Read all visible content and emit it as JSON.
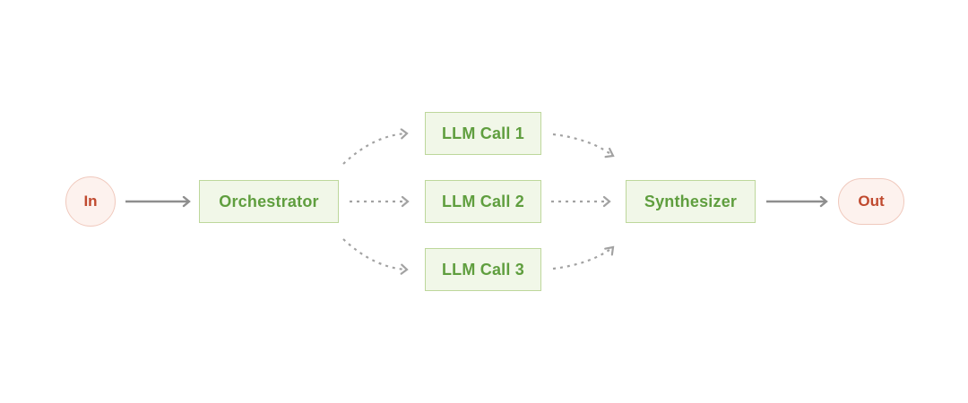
{
  "diagram": {
    "type": "flowchart",
    "pattern": "orchestrator-workers",
    "nodes": {
      "input": {
        "label": "In",
        "shape": "circle"
      },
      "orchestrator": {
        "label": "Orchestrator",
        "shape": "rectangle"
      },
      "llm_call_1": {
        "label": "LLM Call 1",
        "shape": "rectangle"
      },
      "llm_call_2": {
        "label": "LLM Call 2",
        "shape": "rectangle"
      },
      "llm_call_3": {
        "label": "LLM Call 3",
        "shape": "rectangle"
      },
      "synthesizer": {
        "label": "Synthesizer",
        "shape": "rectangle"
      },
      "output": {
        "label": "Out",
        "shape": "pill"
      }
    },
    "edges": [
      {
        "from": "input",
        "to": "orchestrator",
        "style": "solid"
      },
      {
        "from": "orchestrator",
        "to": "llm_call_1",
        "style": "dashed-curved"
      },
      {
        "from": "orchestrator",
        "to": "llm_call_2",
        "style": "dashed-straight"
      },
      {
        "from": "orchestrator",
        "to": "llm_call_3",
        "style": "dashed-curved"
      },
      {
        "from": "llm_call_1",
        "to": "synthesizer",
        "style": "dashed-curved"
      },
      {
        "from": "llm_call_2",
        "to": "synthesizer",
        "style": "dashed-straight"
      },
      {
        "from": "llm_call_3",
        "to": "synthesizer",
        "style": "dashed-curved"
      },
      {
        "from": "synthesizer",
        "to": "output",
        "style": "solid"
      }
    ],
    "colors": {
      "box_fill": "#f1f7e8",
      "box_border": "#bdd79b",
      "box_text": "#5f9e3e",
      "terminal_fill": "#fdf2ee",
      "terminal_border": "#f0c9bd",
      "terminal_text": "#c04a2f",
      "arrow_solid": "#8e8e8e",
      "arrow_dashed": "#a2a2a2",
      "canvas_bg": "#ffffff"
    }
  }
}
